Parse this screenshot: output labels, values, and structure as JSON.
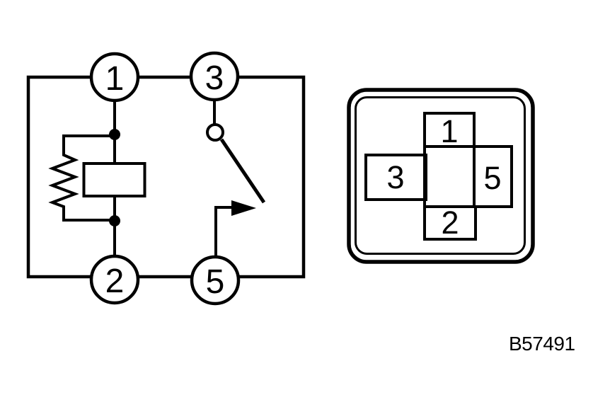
{
  "figure": {
    "id_label": "B57491"
  },
  "colors": {
    "ink": "#000000",
    "paper": "#ffffff"
  },
  "schematic": {
    "title": "relay-internal-circuit",
    "terminals": [
      {
        "position": "top-left",
        "label": "1"
      },
      {
        "position": "top-right",
        "label": "3"
      },
      {
        "position": "bottom-left",
        "label": "2"
      },
      {
        "position": "bottom-right",
        "label": "5"
      }
    ],
    "symbols": [
      "resistor",
      "coil",
      "normally-open-switch",
      "junction-dot",
      "junction-dot"
    ]
  },
  "connector": {
    "title": "relay-pin-layout",
    "pins": [
      {
        "position": "top",
        "label": "1"
      },
      {
        "position": "left",
        "label": "3"
      },
      {
        "position": "right",
        "label": "5"
      },
      {
        "position": "bottom",
        "label": "2"
      }
    ]
  }
}
